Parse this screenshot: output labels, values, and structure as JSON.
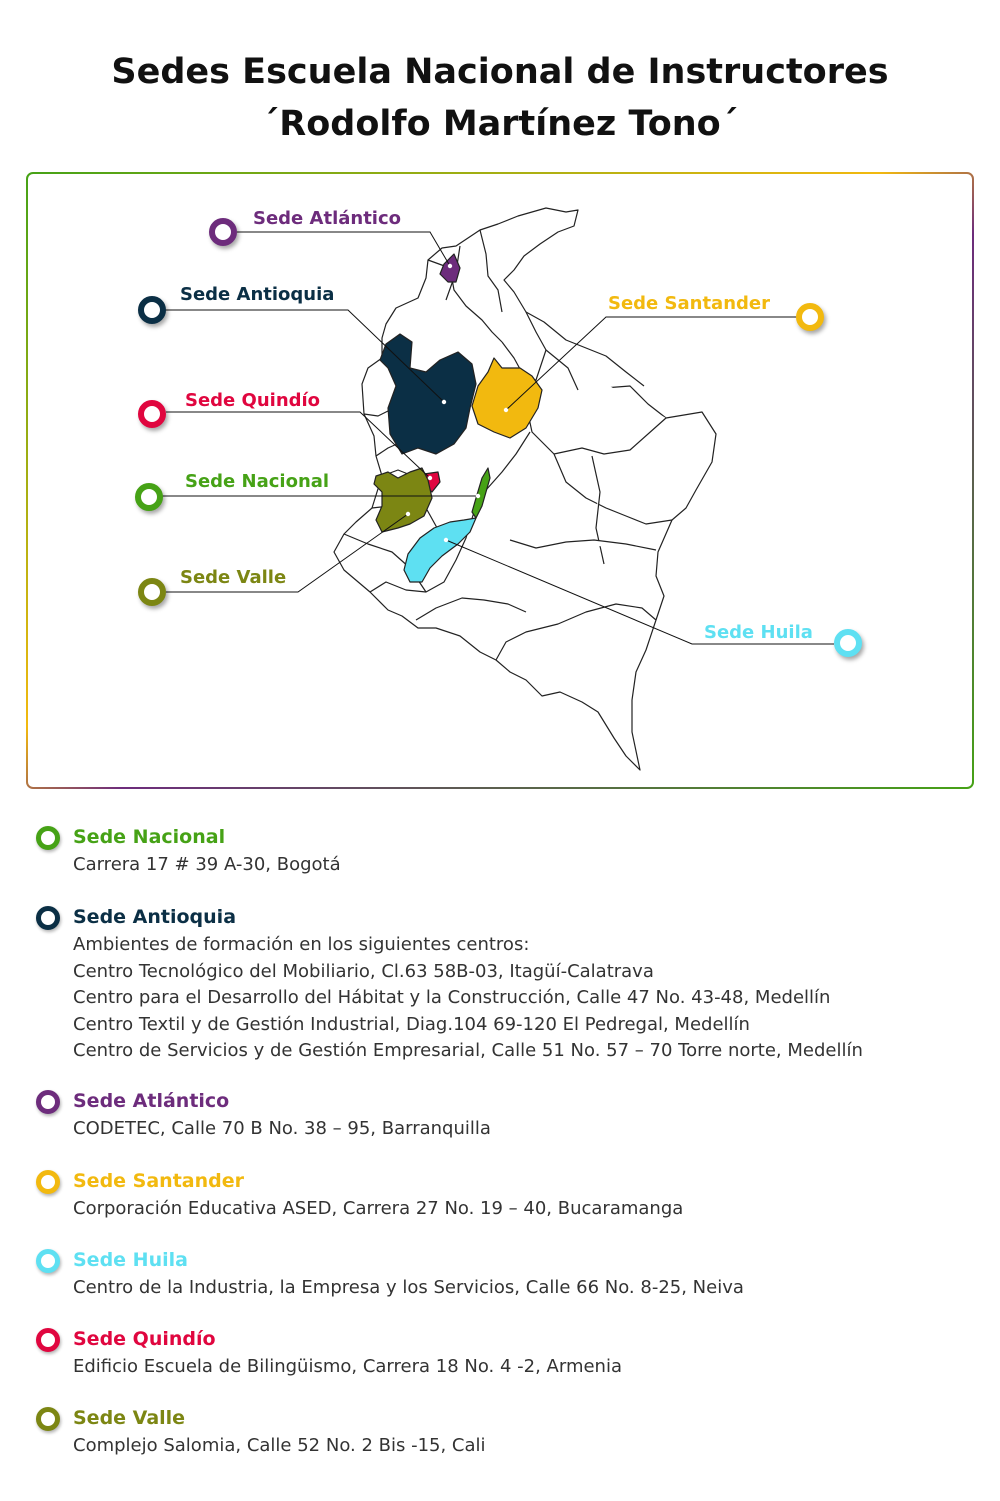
{
  "title": {
    "line1": "Sedes Escuela Nacional de Instructores",
    "line2": "´Rodolfo Martínez Tono´"
  },
  "colors": {
    "nacional": "#46a216",
    "antioquia": "#0b2f45",
    "atlantico": "#6d2c7c",
    "santander": "#f2b90f",
    "huila": "#5ee0f2",
    "quindio": "#e0063f",
    "valle": "#7c8613"
  },
  "map_labels": {
    "atlantico": "Sede Atlántico",
    "antioquia": "Sede Antioquia",
    "santander": "Sede Santander",
    "quindio": "Sede Quindío",
    "nacional": "Sede Nacional",
    "valle": "Sede Valle",
    "huila": "Sede Huila"
  },
  "sedes": {
    "nacional": {
      "name": "Sede Nacional",
      "lines": [
        "Carrera 17 # 39 A-30, Bogotá"
      ]
    },
    "antioquia": {
      "name": "Sede Antioquia",
      "lines": [
        "Ambientes de formación en los siguientes centros:",
        "Centro Tecnológico del Mobiliario, Cl.63 58B-03, Itagüí-Calatrava",
        "Centro para el Desarrollo del Hábitat y la Construcción, Calle 47 No. 43-48, Medellín",
        "Centro Textil y de Gestión Industrial, Diag.104 69-120 El Pedregal, Medellín",
        "Centro de Servicios y de Gestión Empresarial, Calle 51 No. 57 – 70 Torre norte, Medellín"
      ]
    },
    "atlantico": {
      "name": "Sede Atlántico",
      "lines": [
        "CODETEC, Calle 70 B No. 38 – 95, Barranquilla"
      ]
    },
    "santander": {
      "name": "Sede Santander",
      "lines": [
        "Corporación Educativa ASED, Carrera 27 No. 19 – 40, Bucaramanga"
      ]
    },
    "huila": {
      "name": "Sede Huila",
      "lines": [
        "Centro de la Industria, la Empresa y los Servicios, Calle 66 No. 8-25, Neiva"
      ]
    },
    "quindio": {
      "name": "Sede Quindío",
      "lines": [
        "Edificio Escuela de Bilingüismo, Carrera 18 No. 4 -2, Armenia"
      ]
    },
    "valle": {
      "name": "Sede Valle",
      "lines": [
        "Complejo Salomia, Calle 52 No. 2 Bis -15, Cali"
      ]
    }
  }
}
